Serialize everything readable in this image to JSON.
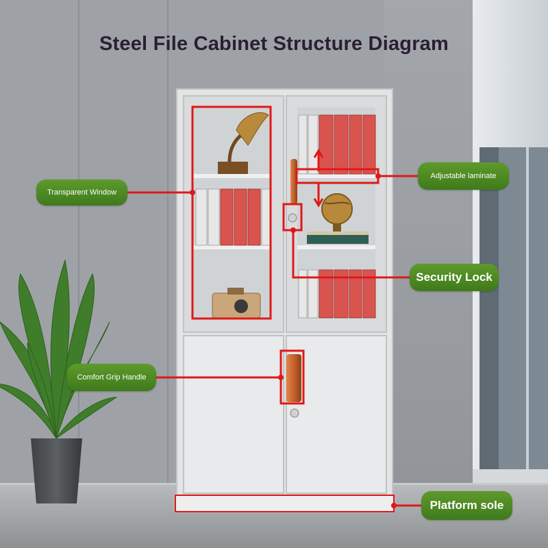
{
  "title": "Steel File Cabinet Structure Diagram",
  "colors": {
    "highlight": "#e01818",
    "label_green": "#4a8a22",
    "cabinet": "#ebecec",
    "handle": "#c4622d",
    "binder_red": "#d9534f"
  },
  "labels": {
    "transparent_window": "Transparent Window",
    "adjustable_laminate": "Adjustable laminate",
    "security_lock": "Security Lock",
    "comfort_grip_handle": "Comfort Grip Handle",
    "platform_sole": "Platform sole"
  },
  "props": {
    "plant": "potted-plant",
    "gramophone": "gramophone",
    "globe": "globe",
    "camera": "camera",
    "binders": "file-binders"
  }
}
